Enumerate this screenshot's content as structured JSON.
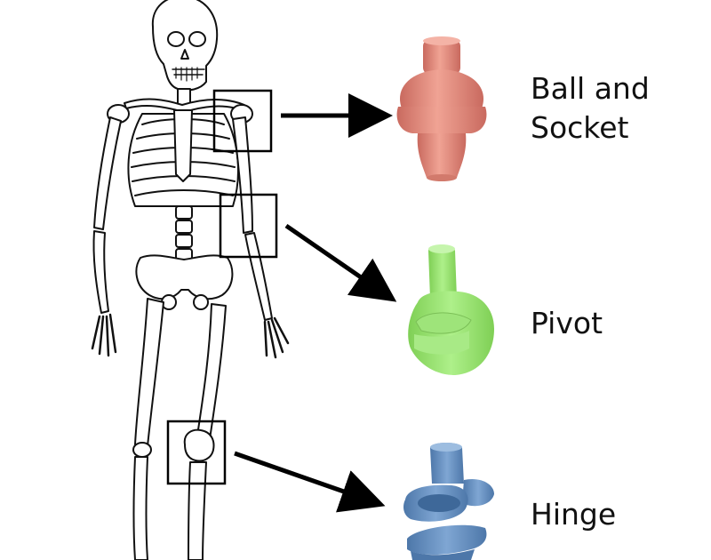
{
  "joints": [
    {
      "lines": [
        "Ball and",
        "Socket"
      ],
      "color": "#e0877a",
      "icon": "ball-and-socket-joint-icon"
    },
    {
      "lines": [
        "Pivot"
      ],
      "color": "#8fdc65",
      "icon": "pivot-joint-icon"
    },
    {
      "lines": [
        "Hinge"
      ],
      "color": "#5d86b6",
      "icon": "hinge-joint-icon"
    }
  ]
}
